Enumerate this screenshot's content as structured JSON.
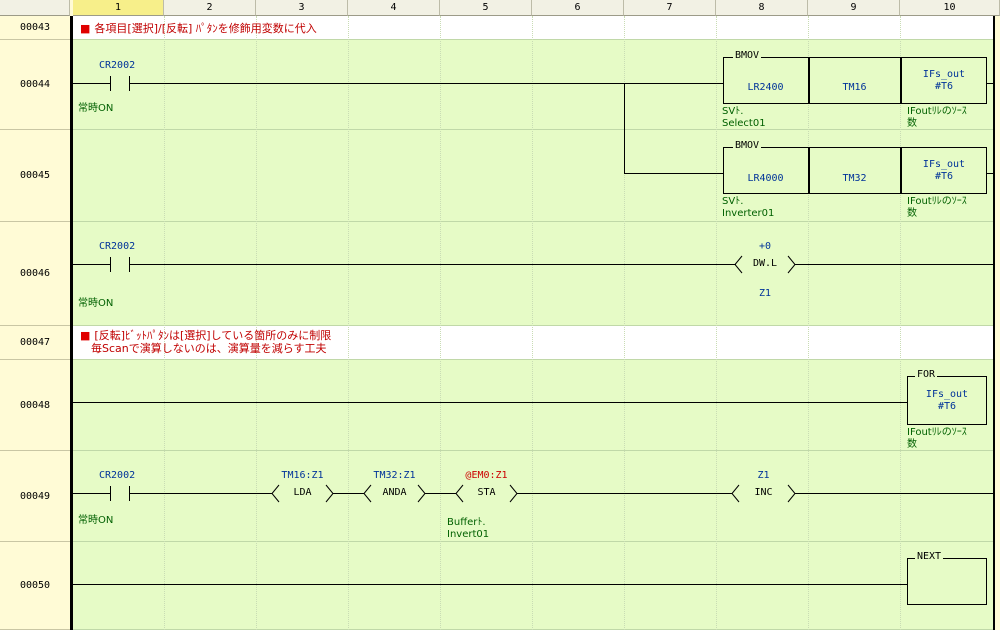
{
  "columns": [
    "1",
    "2",
    "3",
    "4",
    "5",
    "6",
    "7",
    "8",
    "9",
    "10"
  ],
  "selected_column": "1",
  "rows": [
    {
      "num": "00043",
      "type": "comment",
      "lines": [
        "各項目[選択]/[反転] ﾊﾟﾀﾝを修飾用変数に代入"
      ]
    },
    {
      "num": "00044",
      "type": "ladder"
    },
    {
      "num": "00045",
      "type": "ladder"
    },
    {
      "num": "00046",
      "type": "ladder"
    },
    {
      "num": "00047",
      "type": "comment",
      "lines": [
        "[反転]ﾋﾞｯﾄﾊﾟﾀﾝは[選択]している箇所のみに制限",
        "毎Scanで演算しないのは、演算量を減らす工夫"
      ]
    },
    {
      "num": "00048",
      "type": "ladder"
    },
    {
      "num": "00049",
      "type": "ladder"
    },
    {
      "num": "00050",
      "type": "ladder"
    }
  ],
  "rung44": {
    "contact": "CR2002",
    "contact_note": "常時ON",
    "instruction": "BMOV",
    "src": "LR2400",
    "dst": "TM16",
    "count": "IFs_out",
    "count2": "#T6",
    "note_src": [
      "SVﾄ.",
      "Select01"
    ],
    "note_count": [
      "IFoutﾘﾚのｿｰｽ",
      "数"
    ]
  },
  "rung45": {
    "instruction": "BMOV",
    "src": "LR4000",
    "dst": "TM32",
    "count": "IFs_out",
    "count2": "#T6",
    "note_src": [
      "SVﾄ.",
      "Inverter01"
    ],
    "note_count": [
      "IFoutﾘﾚのｿｰｽ",
      "数"
    ]
  },
  "rung46": {
    "contact": "CR2002",
    "contact_note": "常時ON",
    "value": "+0",
    "instruction": "DW.L",
    "target": "Z1"
  },
  "rung48": {
    "instruction": "FOR",
    "count": "IFs_out",
    "count2": "#T6",
    "note_count": [
      "IFoutﾘﾚのｿｰｽ",
      "数"
    ]
  },
  "rung49": {
    "contact": "CR2002",
    "contact_note": "常時ON",
    "op1_dev": "TM16:Z1",
    "op1": "LDA",
    "op2_dev": "TM32:Z1",
    "op2": "ANDA",
    "op3_dev": "@EM0:Z1",
    "op3": "STA",
    "op3_note": [
      "Bufferﾄ.",
      "Invert01"
    ],
    "op4_dev": "Z1",
    "op4": "INC"
  },
  "rung50": {
    "instruction": "NEXT"
  }
}
